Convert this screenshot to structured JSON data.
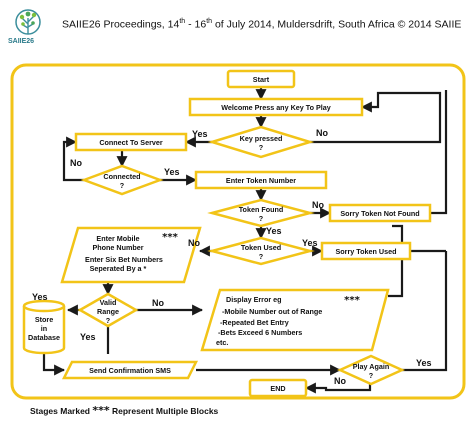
{
  "header": {
    "text_pre": "SAIIE26 Proceedings, 14",
    "sup1": "th",
    "text_mid": " - 16",
    "sup2": "th",
    "text_post": " of July 2014, Muldersdrift, South Africa © 2014 SAIIE",
    "logo_text": "SAIIE26"
  },
  "nodes": {
    "start": "Start",
    "welcome": "Welcome  Press any Key To Play",
    "key_pressed": [
      "Key pressed",
      "?"
    ],
    "connect": "Connect To Server",
    "connected": [
      "Connected",
      "?"
    ],
    "enter_token": "Enter Token Number",
    "token_found": [
      "Token Found",
      "?"
    ],
    "sorry_not_found": "Sorry Token Not Found",
    "token_used": [
      "Token Used",
      "?"
    ],
    "sorry_used": "Sorry Token   Used",
    "enter_mobile": [
      "Enter Mobile",
      "Phone Number",
      "Enter Six Bet Numbers",
      "Seperated By a *"
    ],
    "enter_mobile_stars": "***",
    "valid_range": [
      "Valid",
      "Range",
      "?"
    ],
    "store_db": [
      "Store",
      "in",
      "Database"
    ],
    "display_error": [
      "Display Error eg",
      "-Mobile Number out of Range",
      "-Repeated Bet Entry",
      "-Bets Exceed 6 Numbers",
      "etc."
    ],
    "display_error_stars": "***",
    "send_sms": "Send Confirmation SMS",
    "play_again": [
      "Play Again",
      "?"
    ],
    "end": "END"
  },
  "edge_labels": {
    "yes": "Yes",
    "no": "No"
  },
  "caption": {
    "pre": "Stages Marked ",
    "stars": "***",
    "post": " Represent Multiple Blocks"
  },
  "colors": {
    "flow_line": "#1a1a1a",
    "yellow_border": "#f2c418",
    "box_fill": "#ffffff"
  }
}
